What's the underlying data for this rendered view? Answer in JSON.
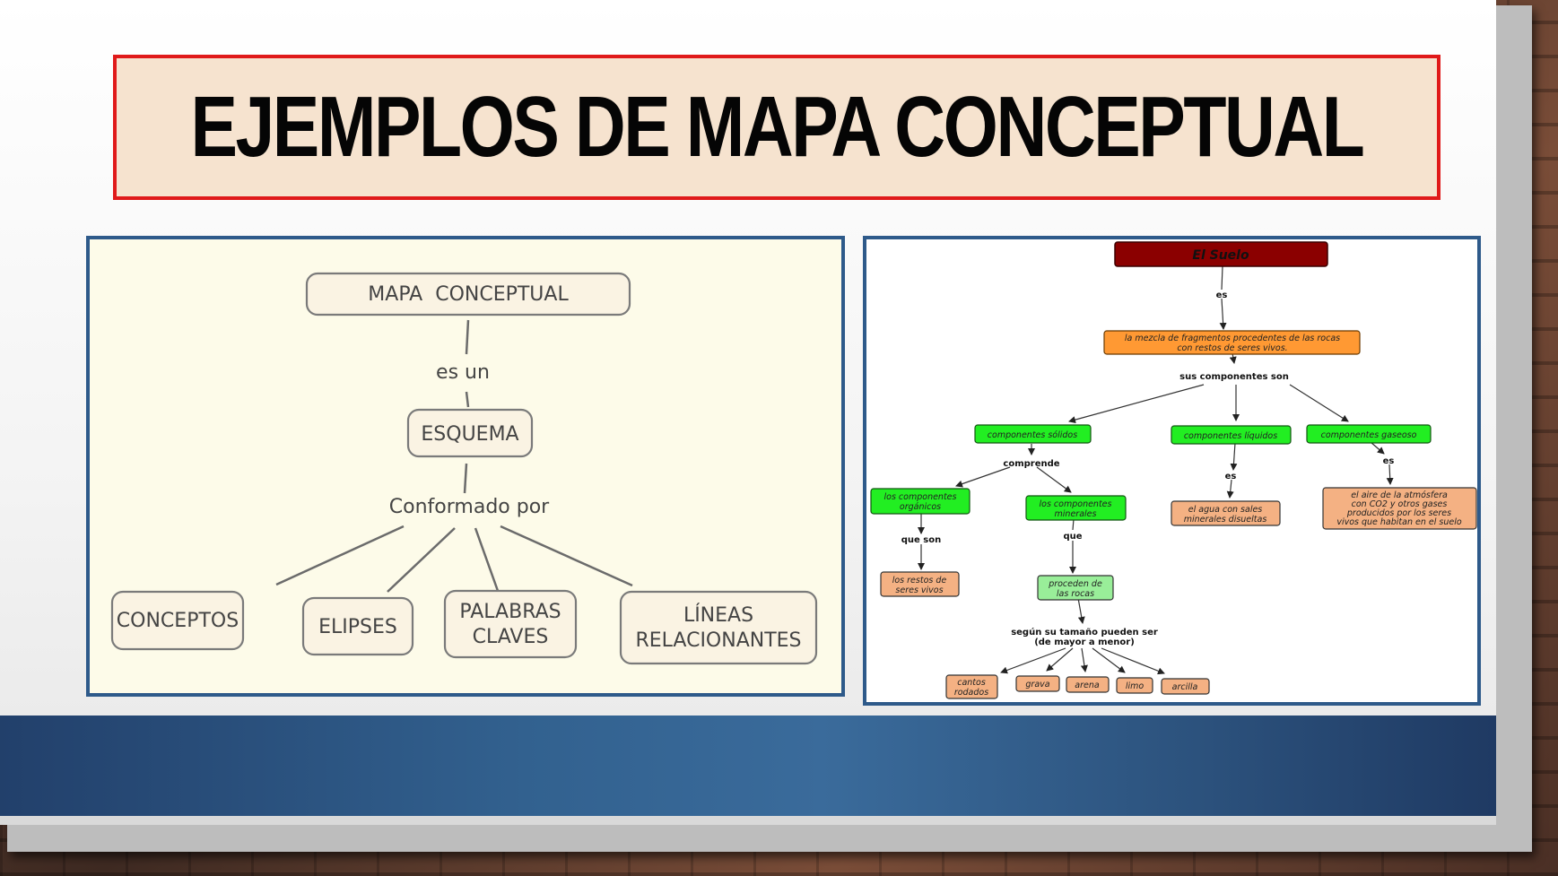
{
  "title": "EJEMPLOS DE MAPA CONCEPTUAL",
  "colors": {
    "title_border": "#e01a1a",
    "title_bg": "#f6e3cf",
    "panel_border": "#2e5a8a",
    "band": "#32618f",
    "root_node": "#8b0000",
    "orange_node": "#ff9933",
    "green_node": "#22ee22",
    "tan_node": "#f4b183"
  },
  "left_map": {
    "root": "MAPA  CONCEPTUAL",
    "link1": "es un",
    "node2": "ESQUEMA",
    "link2": "Conformado por",
    "leaves": [
      {
        "line1": "CONCEPTOS",
        "line2": ""
      },
      {
        "line1": "ELIPSES",
        "line2": ""
      },
      {
        "line1": "PALABRAS",
        "line2": "CLAVES"
      },
      {
        "line1": "LÍNEAS",
        "line2": "RELACIONANTES"
      }
    ]
  },
  "right_map": {
    "root": "El Suelo",
    "l_es": "es",
    "mezcla_line1": "la mezcla de fragmentos procedentes de las rocas",
    "mezcla_line2": "con restos de seres vivos.",
    "l_sus": "sus componentes son",
    "solidos": "componentes sólidos",
    "liquidos": "componentes líquidos",
    "gaseoso": "componentes gaseoso",
    "l_comprende": "comprende",
    "l_es_liq": "es",
    "l_es_gas": "es",
    "organicos_line1": "los componentes",
    "organicos_line2": "orgánicos",
    "minerales_line1": "los componentes",
    "minerales_line2": "minerales",
    "agua_line1": "el agua con sales",
    "agua_line2": "minerales disueltas",
    "aire_line1": "el aire de la atmósfera",
    "aire_line2": "con CO2 y otros gases",
    "aire_line3": "producidos por los seres",
    "aire_line4": "vivos que habitan en el suelo",
    "l_que_son": "que son",
    "l_que": "que",
    "restos_line1": "los restos de",
    "restos_line2": "seres vivos",
    "proceden_line1": "proceden de",
    "proceden_line2": "las rocas",
    "l_tamano_line1": "según su tamaño pueden ser",
    "l_tamano_line2": "(de mayor a menor)",
    "sizes": [
      {
        "line1": "cantos",
        "line2": "rodados"
      },
      {
        "line1": "grava",
        "line2": ""
      },
      {
        "line1": "arena",
        "line2": ""
      },
      {
        "line1": "limo",
        "line2": ""
      },
      {
        "line1": "arcilla",
        "line2": ""
      }
    ]
  }
}
